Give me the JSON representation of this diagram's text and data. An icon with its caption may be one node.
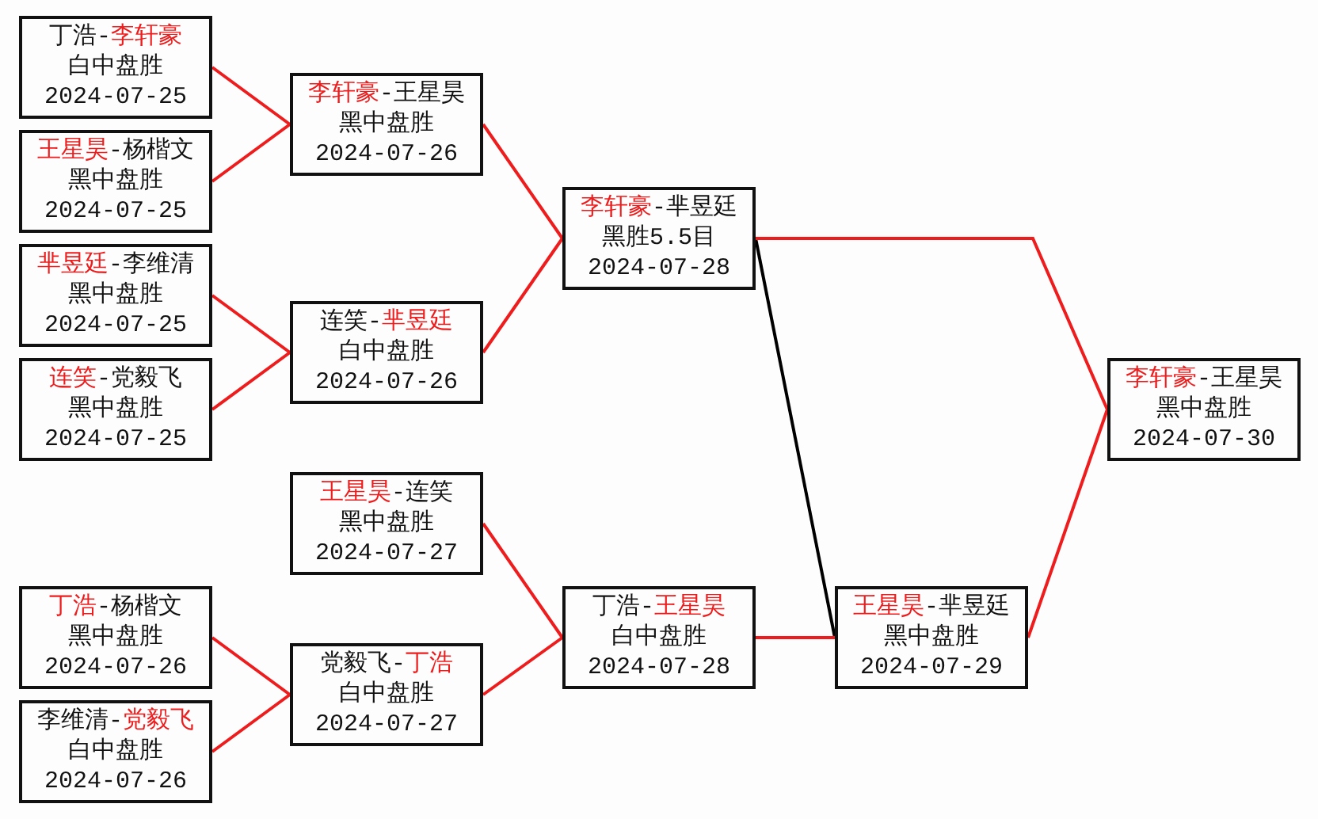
{
  "diagram": {
    "nodes": [
      {
        "text": [
          "丁浩-**李轩豪**",
          "白中盘胜",
          "2024-07-25"
        ]
      },
      {
        "text": [
          "**王星昊**-杨楷文",
          "黑中盘胜",
          "2024-07-25"
        ]
      },
      {
        "text": [
          "**芈昱廷**-李维清",
          "黑中盘胜",
          "2024-07-25"
        ]
      },
      {
        "text": [
          "**连笑**-党毅飞",
          "黑中盘胜",
          "2024-07-25"
        ]
      },
      {
        "text": [
          "**丁浩**-杨楷文",
          "黑中盘胜",
          "2024-07-26"
        ]
      },
      {
        "text": [
          "李维清-**党毅飞**",
          "白中盘胜",
          "2024-07-26"
        ]
      },
      {
        "text": [
          "**李轩豪**-王星昊",
          "黑中盘胜",
          "2024-07-26"
        ]
      },
      {
        "text": [
          "连笑-**芈昱廷**",
          "白中盘胜",
          "2024-07-26"
        ]
      },
      {
        "text": [
          "**王星昊**-连笑",
          "黑中盘胜",
          "2024-07-27"
        ]
      },
      {
        "text": [
          "党毅飞-**丁浩**",
          "白中盘胜",
          "2024-07-27"
        ]
      },
      {
        "text": [
          "**李轩豪**-芈昱廷",
          "黑胜5.5目",
          "2024-07-28"
        ]
      },
      {
        "text": [
          "丁浩-**王星昊**",
          "白中盘胜",
          "2024-07-28"
        ]
      },
      {
        "text": [
          "**王星昊**-芈昱廷",
          "黑中盘胜",
          "2024-07-29"
        ]
      },
      {
        "text": [
          "**李轩豪**-王星昊",
          "黑中盘胜",
          "2024-07-30"
        ]
      }
    ],
    "edges": [
      {
        "from": 0,
        "to": 6,
        "arrow": "none"
      },
      {
        "from": 1,
        "to": 6,
        "arrow": "none"
      },
      {
        "from": 2,
        "to": 7,
        "arrow": "none"
      },
      {
        "from": 3,
        "to": 7,
        "arrow": "none"
      },
      {
        "from": 4,
        "to": 9,
        "arrow": "none"
      },
      {
        "from": 5,
        "to": 9,
        "arrow": "none"
      },
      {
        "from": 6,
        "to": 10,
        "arrow": "none"
      },
      {
        "from": 7,
        "to": 10,
        "arrow": "none"
      },
      {
        "from": 8,
        "to": 11,
        "arrow": "none"
      },
      {
        "from": 9,
        "to": 11,
        "arrow": "none"
      },
      {
        "from": 10,
        "to": 12,
        "arrow": "none",
        "color": "#000000"
      },
      {
        "from": 11,
        "to": 12,
        "arrow": "none"
      },
      {
        "from": 10,
        "to": 13,
        "arrow": "none"
      },
      {
        "from": 12,
        "to": 13,
        "arrow": "none"
      }
    ]
  }
}
